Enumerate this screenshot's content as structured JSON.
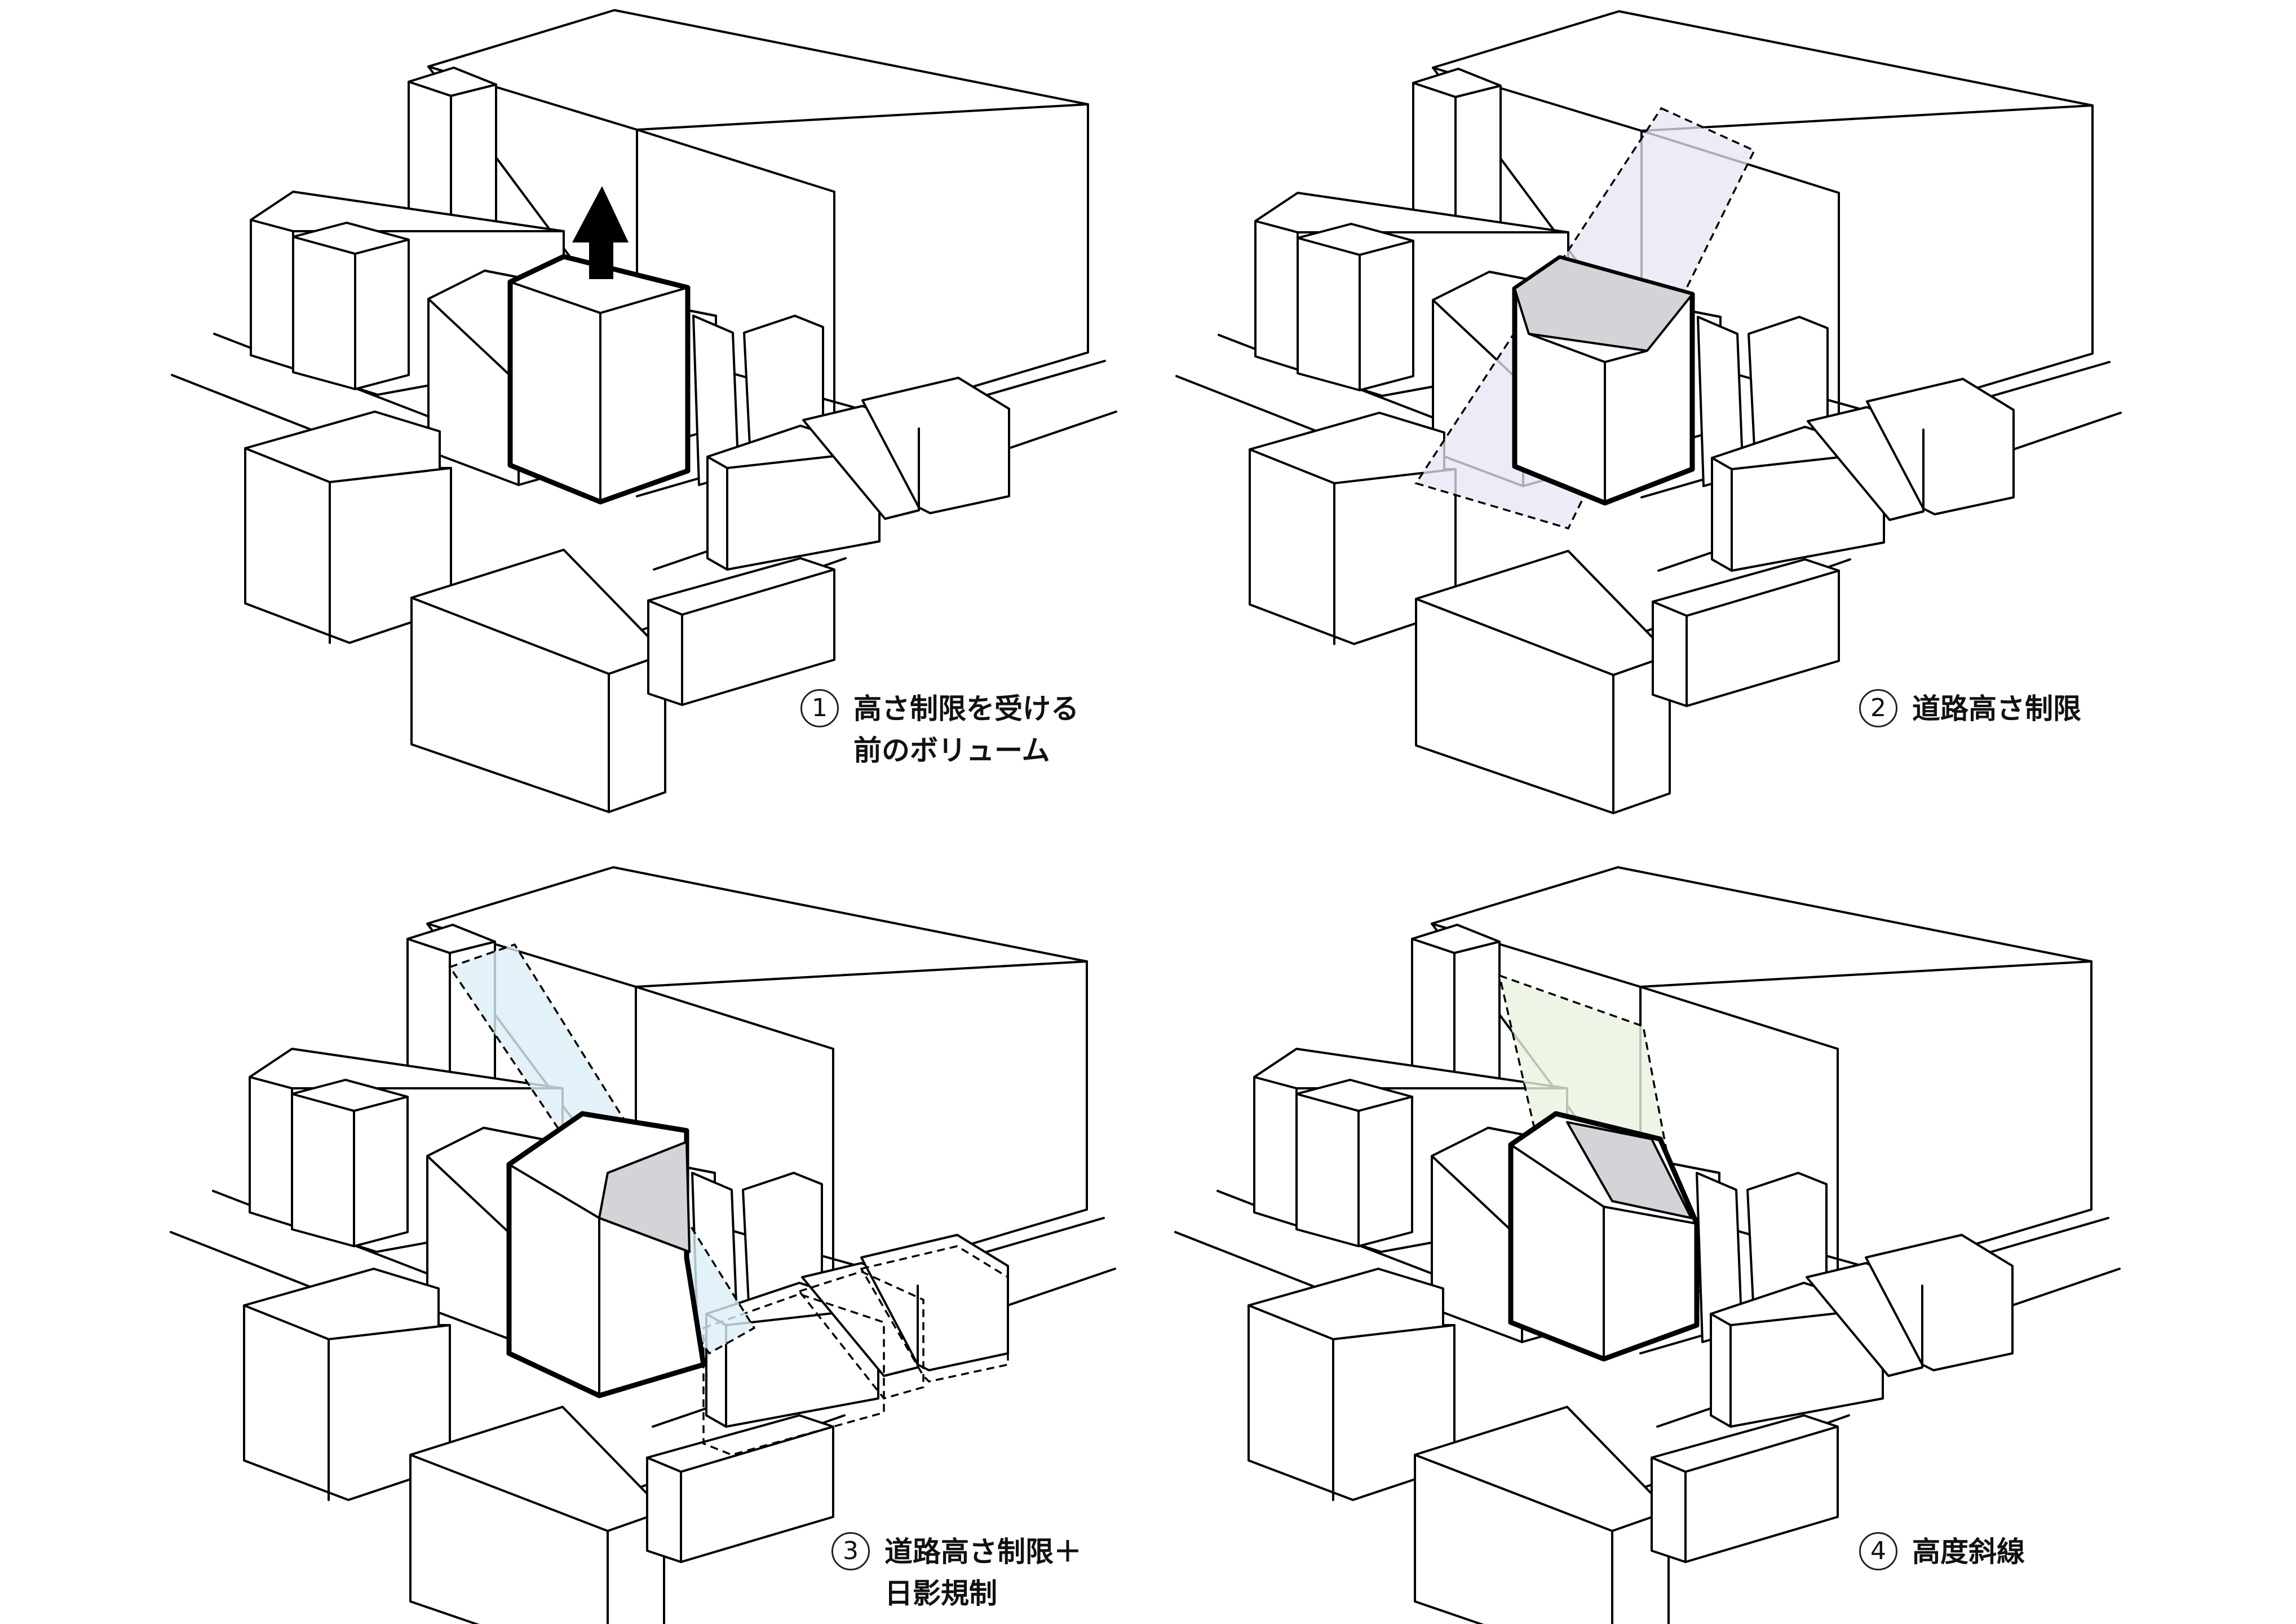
{
  "panels": [
    {
      "number": "1",
      "lines": [
        "高さ制限を受ける",
        "前のボリューム"
      ],
      "overlay": "arrow",
      "tint": ""
    },
    {
      "number": "2",
      "lines": [
        "道路高さ制限"
      ],
      "overlay": "plane",
      "tint": "#e6e6f4"
    },
    {
      "number": "3",
      "lines": [
        "道路高さ制限＋",
        "日影規制"
      ],
      "overlay": "plane",
      "tint": "#dcedf6"
    },
    {
      "number": "4",
      "lines": [
        "高度斜線"
      ],
      "overlay": "plane",
      "tint": "#e8f2e0"
    }
  ],
  "colors": {
    "roof_shade": "#d4d4d8",
    "stroke": "#000000"
  }
}
